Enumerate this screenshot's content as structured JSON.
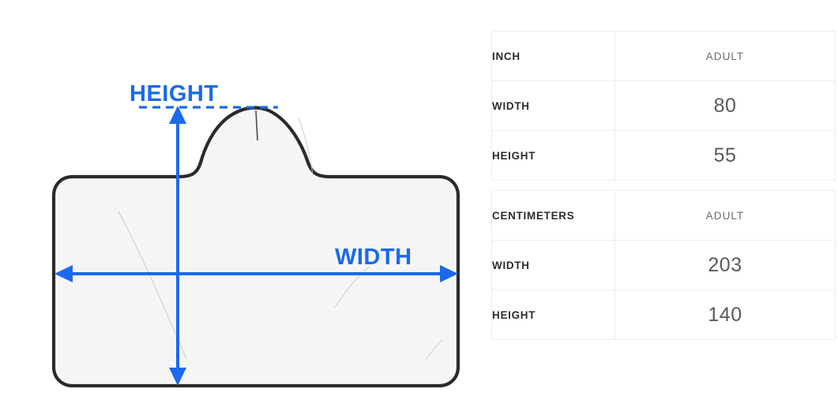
{
  "page": {
    "background": "#ffffff",
    "accent_blue": "#1a6aeb",
    "garment_outline": "#2b2b2b",
    "garment_fill": "#f5f5f5"
  },
  "diagram": {
    "name": "hooded-garment-size-diagram",
    "height_label": "HEIGHT",
    "width_label": "WIDTH",
    "height_arrow": "vertical-double-arrow",
    "width_arrow": "horizontal-double-arrow",
    "guide_line": "dashed-blue-guide"
  },
  "tables": [
    {
      "id": "inch",
      "unit_header": "INCH",
      "size_header": "ADULT",
      "rows": [
        {
          "label": "WIDTH",
          "value": "80"
        },
        {
          "label": "HEIGHT",
          "value": "55"
        }
      ]
    },
    {
      "id": "centimeters",
      "unit_header": "CENTIMETERS",
      "size_header": "ADULT",
      "rows": [
        {
          "label": "WIDTH",
          "value": "203"
        },
        {
          "label": "HEIGHT",
          "value": "140"
        }
      ]
    }
  ]
}
